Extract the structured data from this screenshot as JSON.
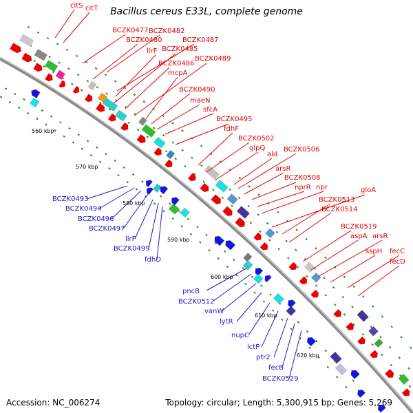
{
  "title": "Bacillus cereus E33L, complete genome",
  "footer": {
    "accession": "Accession: NC_006274",
    "summary": "Topology: circular; Length: 5,300,915 bp; Genes: 5,269"
  },
  "colors": {
    "forward_label": "#e30000",
    "reverse_label": "#1a1ac8",
    "forward_gene": "#ee0000",
    "reverse_gene": "#1515dd",
    "backbone": "#8a8a8a",
    "tick_dots": "#2a8a2a"
  },
  "ticks": [
    {
      "label": "560 kbp"
    },
    {
      "label": "570 kbp"
    },
    {
      "label": "580 kbp"
    },
    {
      "label": "590 kbp"
    },
    {
      "label": "600 kbp"
    },
    {
      "label": "610 kbp"
    },
    {
      "label": "620 kbp"
    }
  ],
  "forward_labels": [
    "citS",
    "citT",
    "BCZK0477",
    "BCZK0482",
    "BCZK0480",
    "BCZK0487",
    "llrF",
    "BCZK0485",
    "BCZK0486",
    "BCZK0489",
    "mcpA",
    "BCZK0490",
    "maeN",
    "sfcA",
    "BCZK0495",
    "fdhF",
    "BCZK0502",
    "glpQ",
    "ald",
    "BCZK0506",
    "arsR",
    "BCZK0508",
    "nprR",
    "npr",
    "gloA",
    "BCZK0513",
    "BCZK0514",
    "BCZK0519",
    "aspA",
    "arsR",
    "sspH",
    "fecC",
    "fecD"
  ],
  "reverse_labels": [
    "BCZK0493",
    "BCZK0494",
    "BCZK0496",
    "BCZK0497",
    "llrF",
    "BCZK0499",
    "fdhD",
    "pncB",
    "BCZK0512",
    "vanW",
    "lytR",
    "nupC",
    "lctP",
    "ptr2",
    "fecB",
    "BCZK0529"
  ]
}
